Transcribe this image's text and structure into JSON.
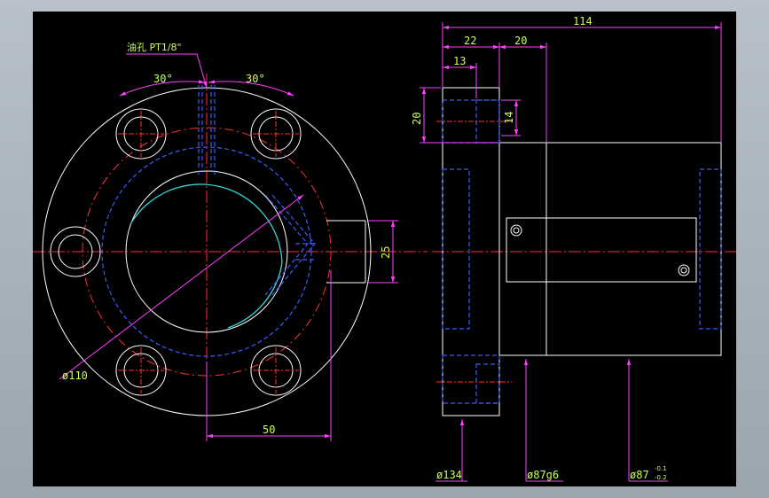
{
  "colors": {
    "background": "#000000",
    "outline": "#ffffff",
    "hidden": "#3a5cff",
    "centerline": "#ff3030",
    "dimension": "#ff40ff",
    "text": "#c8ff50",
    "thread": "#33d6d6"
  },
  "annotations": {
    "oil_hole": "油孔 PT1/8\"",
    "angle_left": "30°",
    "angle_right": "30°",
    "dia_110": "ø110",
    "dim_50": "50",
    "dim_25": "25",
    "dim_114": "114",
    "dim_22": "22",
    "dim_20_top": "20",
    "dim_13": "13",
    "dim_20_side": "20",
    "dim_14": "14",
    "dia_134": "ø134",
    "dia_87g6": "ø87g6",
    "dia_87_base": "ø87",
    "tol_upper": "-0.1",
    "tol_lower": "-0.2"
  }
}
